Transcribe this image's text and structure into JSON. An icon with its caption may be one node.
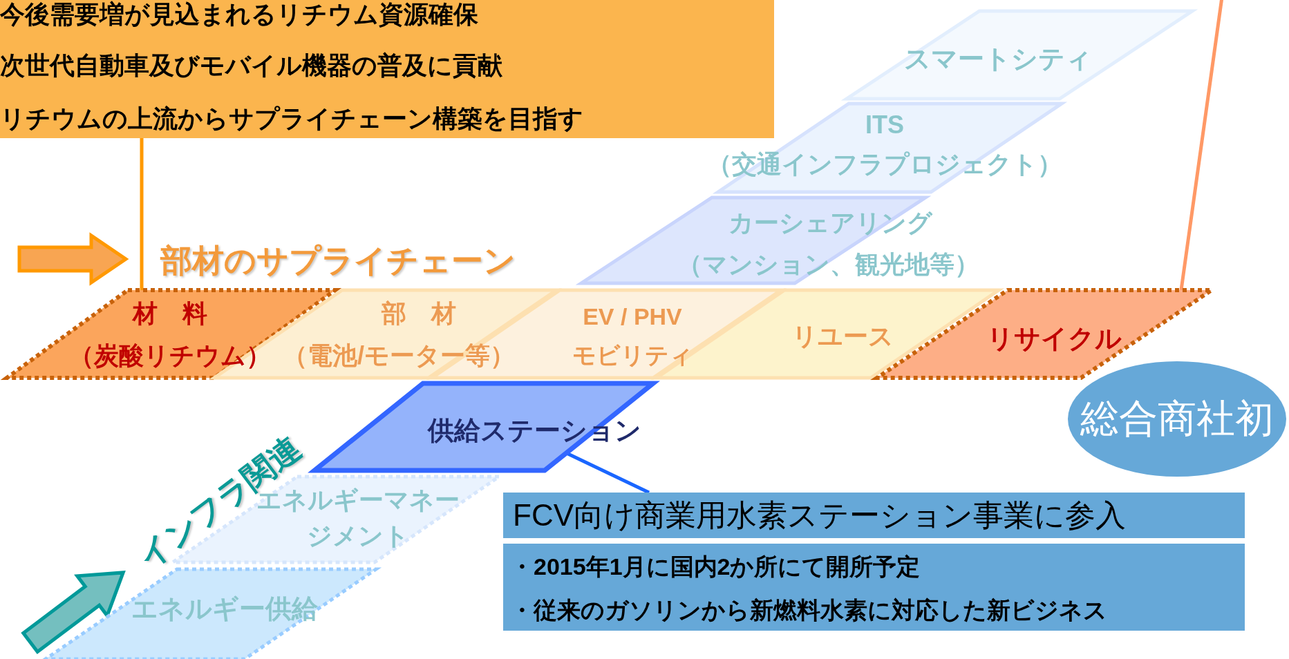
{
  "diagram": {
    "nodes": [
      {
        "text": [
          "今後需要増が見込まれるリチウム資源確保",
          "次世代自動車及びモバイル機器の普及に貢献",
          "リチウムの上流からサプライチェーン構築を目指す"
        ]
      },
      {
        "text": [
          "材　料",
          "（炭酸リチウム）"
        ]
      },
      {
        "text": [
          "部　材",
          "（電池/モーター等）"
        ]
      },
      {
        "text": [
          "EV / PHV モビリティ"
        ]
      },
      {
        "text": [
          "リユース"
        ]
      },
      {
        "text": [
          "リサイクル"
        ]
      },
      {
        "text": [
          "カーシェアリング",
          "（マンション、観光地等）"
        ]
      },
      {
        "text": [
          "ITS",
          "（交通インフラプロジェクト）"
        ]
      },
      {
        "text": [
          "スマートシティ"
        ]
      },
      {
        "text": [
          "供給ステーション"
        ]
      },
      {
        "text": [
          "エネルギーマネージメント"
        ]
      },
      {
        "text": [
          "エネルギー供給"
        ]
      },
      {
        "text": [
          "FCV向け商業用水素ステーション事業に参入"
        ]
      },
      {
        "text": [
          "・2015年1月に国内2か所にて開所予定",
          "・従来のガソリンから新燃料水素に対応した新ビジネス"
        ]
      },
      {
        "text": [
          "総合商社初"
        ]
      }
    ],
    "edges": [
      {
        "from": 0,
        "to": 1,
        "arrow": "none",
        "color": "#ff9900"
      },
      {
        "from": null,
        "to": 5,
        "arrow": "none",
        "color": "#ff9966"
      },
      {
        "from": 9,
        "to": 12,
        "arrow": "none",
        "color": "#1a66ff"
      }
    ],
    "labels": [
      "部材のサプライチェーン",
      "インフラ関連"
    ]
  }
}
